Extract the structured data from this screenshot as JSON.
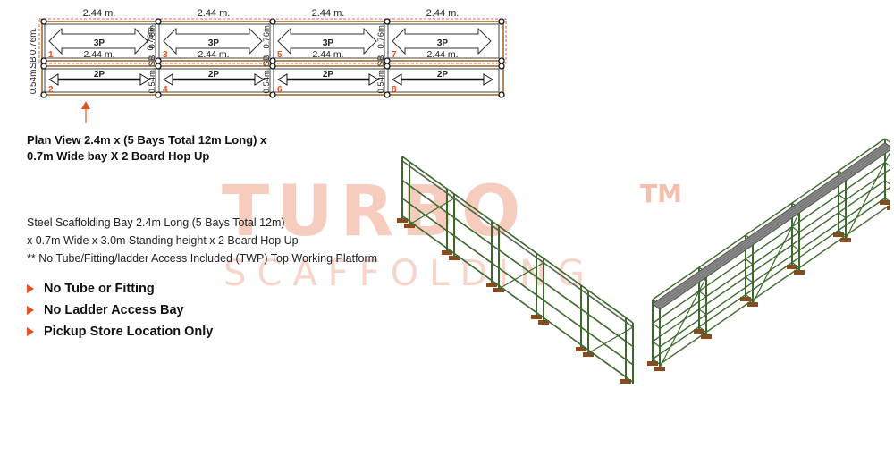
{
  "plan": {
    "bay_widths": [
      "2.44 m.",
      "2.44 m.",
      "2.44 m.",
      "2.44 m."
    ],
    "left_labels": [
      "0.76m.",
      "SB",
      "0.54m."
    ],
    "side_labels": [
      "0.76m.",
      "SB",
      "0.54m."
    ],
    "top_bays": [
      {
        "num": "1",
        "label": "3P",
        "length": "2.44 m."
      },
      {
        "num": "3",
        "label": "3P",
        "length": "2.44 m."
      },
      {
        "num": "5",
        "label": "3P",
        "length": "2.44 m."
      },
      {
        "num": "7",
        "label": "3P",
        "length": "2.44 m."
      }
    ],
    "bottom_bays": [
      {
        "num": "2",
        "label": "2P"
      },
      {
        "num": "4",
        "label": "2P"
      },
      {
        "num": "6",
        "label": "2P"
      },
      {
        "num": "8",
        "label": "2P"
      }
    ]
  },
  "caption": {
    "line1": "Plan View 2.4m x (5 Bays Total 12m Long) x",
    "line2": "0.7m Wide bay X 2 Board Hop Up"
  },
  "description": {
    "line1": "Steel Scaffolding Bay 2.4m Long (5 Bays Total 12m)",
    "line2": "x 0.7m Wide x 3.0m Standing height x 2 Board Hop Up",
    "line3": "** No Tube/Fitting/ladder Access Included (TWP) Top Working Platform"
  },
  "bullets": [
    "No Tube or Fitting",
    "No Ladder Access Bay",
    "Pickup Store Location Only"
  ],
  "watermark": {
    "brand": "TURBO",
    "tm": "TM",
    "sub": "SCAFFOLDING"
  },
  "colors": {
    "accent": "#e8501e",
    "frame": "#3d6a2c",
    "deck": "#8a8a8a",
    "base": "#8b4a1e",
    "watermark": "#f0a48a"
  }
}
